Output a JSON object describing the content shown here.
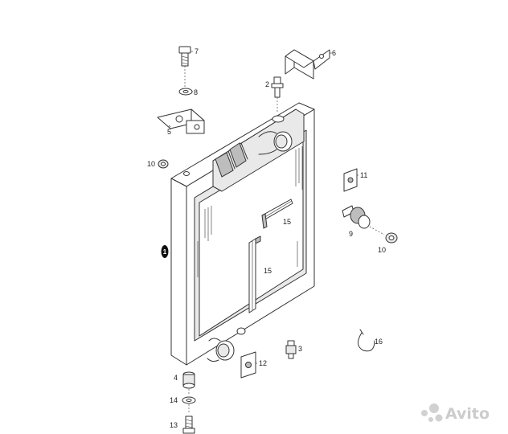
{
  "callouts": {
    "c1": "1",
    "c2": "2",
    "c3": "3",
    "c4": "4",
    "c5": "5",
    "c6": "6",
    "c7": "7",
    "c8": "8",
    "c9": "9",
    "c10a": "10",
    "c10b": "10",
    "c11": "11",
    "c12": "12",
    "c13": "13",
    "c14": "14",
    "c15a": "15",
    "c15b": "15",
    "c16": "16"
  },
  "watermark": {
    "text": "Avito",
    "color": "#bfbfbf"
  },
  "colors": {
    "line": "#333333",
    "callout_badge": "#111111"
  }
}
